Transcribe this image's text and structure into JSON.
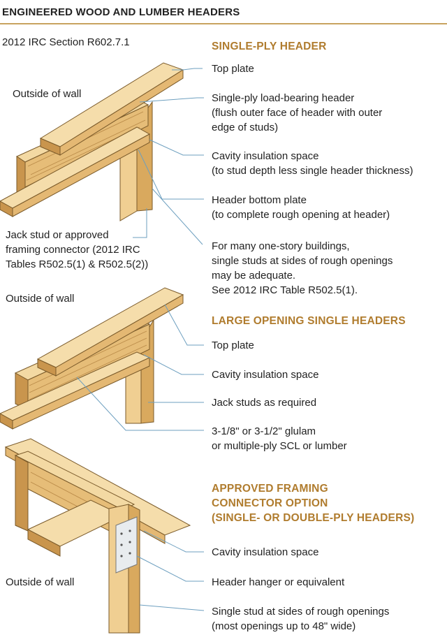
{
  "header": {
    "title": "ENGINEERED WOOD AND LUMBER HEADERS",
    "code_ref": "2012 IRC Section R602.7.1"
  },
  "colors": {
    "accent": "#b07c2e",
    "rule": "#c8a35f",
    "leader": "#6d9fbf",
    "wood_light": "#f3d9a3",
    "wood_mid": "#e6bd78",
    "wood_dark": "#c9954d"
  },
  "sections": {
    "single_ply": {
      "heading": "SINGLE-PLY HEADER",
      "labels": [
        [
          "Top plate"
        ],
        [
          "Single-ply load-bearing header",
          "(flush outer face of header with outer",
          "edge of studs)"
        ],
        [
          "Cavity insulation space",
          "(to stud depth less single header thickness)"
        ],
        [
          "Header bottom plate",
          "(to complete rough opening at header)"
        ],
        [
          "For many one-story buildings,",
          "single studs at sides of rough openings",
          "may be adequate.",
          "See 2012 IRC Table R502.5(1)."
        ]
      ],
      "outside_wall": "Outside of wall",
      "jack_stud": [
        "Jack stud or approved",
        "framing connector (2012 IRC",
        "Tables R502.5(1) & R502.5(2))"
      ]
    },
    "large_opening": {
      "heading": "LARGE OPENING SINGLE HEADERS",
      "labels": [
        [
          "Top plate"
        ],
        [
          "Cavity insulation space"
        ],
        [
          "Jack studs as required"
        ],
        [
          "3-1/8\" or 3-1/2\" glulam",
          "or multiple-ply SCL or lumber"
        ]
      ],
      "outside_wall": "Outside of wall"
    },
    "connector": {
      "heading": [
        "APPROVED FRAMING",
        "CONNECTOR OPTION",
        "(SINGLE- OR DOUBLE-PLY HEADERS)"
      ],
      "labels": [
        [
          "Cavity insulation space"
        ],
        [
          "Header hanger or equivalent"
        ],
        [
          "Single stud at sides of rough openings",
          "(most openings up to 48\" wide)"
        ]
      ],
      "outside_wall": "Outside of wall"
    }
  }
}
